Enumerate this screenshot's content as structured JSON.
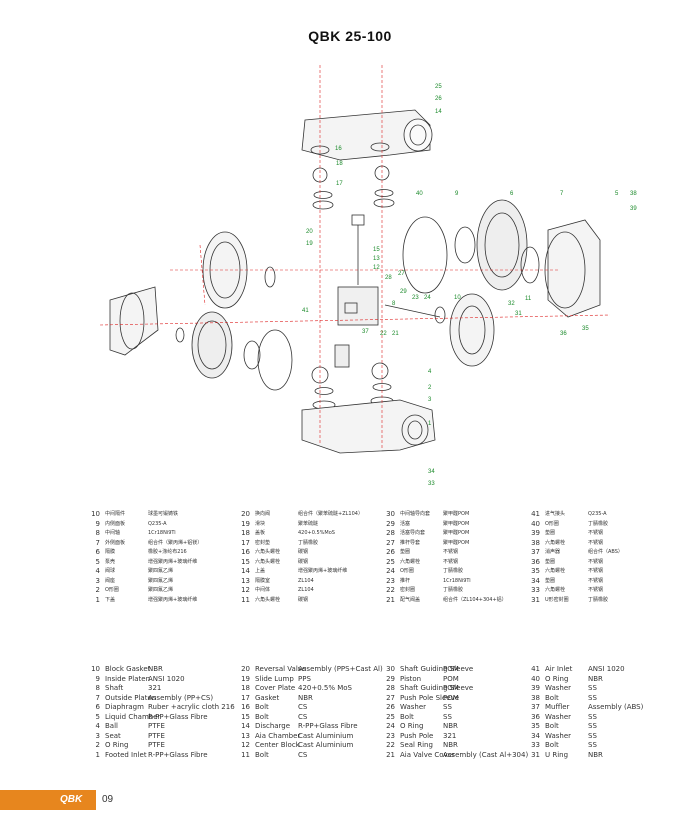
{
  "title": "QBK 25-100",
  "callouts": [
    "25",
    "26",
    "14",
    "16",
    "17",
    "18",
    "20",
    "19",
    "15",
    "13",
    "12",
    "11",
    "40",
    "9",
    "6",
    "7",
    "5",
    "39",
    "38",
    "28",
    "27",
    "29",
    "23",
    "24",
    "8",
    "10",
    "41",
    "22",
    "21",
    "37",
    "2",
    "3",
    "4",
    "1",
    "34",
    "33",
    "36",
    "35",
    "32",
    "31"
  ],
  "chinese_table": [
    [
      {
        "n": "10",
        "name": "中间隔件",
        "mat": "球墨可锻铸铁"
      },
      {
        "n": "9",
        "name": "内侧面板",
        "mat": "Q235-A"
      },
      {
        "n": "8",
        "name": "中间轴",
        "mat": "1Cr18Ni9Ti"
      },
      {
        "n": "7",
        "name": "外侧面板",
        "mat": "组合件（聚丙烯+铝镁）"
      },
      {
        "n": "6",
        "name": "隔膜",
        "mat": "橡胶+涤纶布216"
      },
      {
        "n": "5",
        "name": "泵壳",
        "mat": "增强聚丙烯+玻璃纤维"
      },
      {
        "n": "4",
        "name": "阀球",
        "mat": "聚四氟乙烯"
      },
      {
        "n": "3",
        "name": "阀座",
        "mat": "聚四氟乙烯"
      },
      {
        "n": "2",
        "name": "O形圈",
        "mat": "聚四氟乙烯"
      },
      {
        "n": "1",
        "name": "下盖",
        "mat": "增强聚丙烯+玻璃纤维"
      }
    ],
    [
      {
        "n": "20",
        "name": "换向阀",
        "mat": "组合件（聚苯硫醚+ZL104）"
      },
      {
        "n": "19",
        "name": "滑块",
        "mat": "聚苯硫醚"
      },
      {
        "n": "18",
        "name": "盖板",
        "mat": "420+0.5%MoS"
      },
      {
        "n": "17",
        "name": "密封垫",
        "mat": "丁腈橡胶"
      },
      {
        "n": "16",
        "name": "六角头螺栓",
        "mat": "碳钢"
      },
      {
        "n": "15",
        "name": "六角头螺栓",
        "mat": "碳钢"
      },
      {
        "n": "14",
        "name": "上盖",
        "mat": "增强聚丙烯+玻璃纤维"
      },
      {
        "n": "13",
        "name": "隔膜室",
        "mat": "ZL104"
      },
      {
        "n": "12",
        "name": "中间体",
        "mat": "ZL104"
      },
      {
        "n": "11",
        "name": "六角头螺栓",
        "mat": "碳钢"
      }
    ],
    [
      {
        "n": "30",
        "name": "中间轴导向套",
        "mat": "聚甲醛POM"
      },
      {
        "n": "29",
        "name": "活塞",
        "mat": "聚甲醛POM"
      },
      {
        "n": "28",
        "name": "活塞导向套",
        "mat": "聚甲醛POM"
      },
      {
        "n": "27",
        "name": "推杆导套",
        "mat": "聚甲醛POM"
      },
      {
        "n": "26",
        "name": "垫圈",
        "mat": "不锈钢"
      },
      {
        "n": "25",
        "name": "六角螺栓",
        "mat": "不锈钢"
      },
      {
        "n": "24",
        "name": "O形圈",
        "mat": "丁腈橡胶"
      },
      {
        "n": "23",
        "name": "推杆",
        "mat": "1Cr18Ni9Ti"
      },
      {
        "n": "22",
        "name": "密封圈",
        "mat": "丁腈橡胶"
      },
      {
        "n": "21",
        "name": "配气阀盖",
        "mat": "组合件（ZL104+304+铝）"
      }
    ],
    [
      {
        "n": "41",
        "name": "进气接头",
        "mat": "Q235-A"
      },
      {
        "n": "40",
        "name": "O形圈",
        "mat": "丁腈橡胶"
      },
      {
        "n": "39",
        "name": "垫圈",
        "mat": "不锈钢"
      },
      {
        "n": "38",
        "name": "六角螺栓",
        "mat": "不锈钢"
      },
      {
        "n": "37",
        "name": "消声器",
        "mat": "组合件（ABS）"
      },
      {
        "n": "36",
        "name": "垫圈",
        "mat": "不锈钢"
      },
      {
        "n": "35",
        "name": "六角螺栓",
        "mat": "不锈钢"
      },
      {
        "n": "34",
        "name": "垫圈",
        "mat": "不锈钢"
      },
      {
        "n": "33",
        "name": "六角螺栓",
        "mat": "不锈钢"
      },
      {
        "n": "31",
        "name": "U形密封圈",
        "mat": "丁腈橡胶"
      }
    ]
  ],
  "english_table": [
    [
      {
        "n": "10",
        "name": "Block Gasket",
        "mat": "NBR"
      },
      {
        "n": "9",
        "name": "Inside Platen",
        "mat": "ANSI 1020"
      },
      {
        "n": "8",
        "name": "Shaft",
        "mat": "321"
      },
      {
        "n": "7",
        "name": "Outside Platen",
        "mat": "Assembly (PP+CS)"
      },
      {
        "n": "6",
        "name": "Diaphragm",
        "mat": "Ruber +acrylic cloth 216"
      },
      {
        "n": "5",
        "name": "Liquid Chamber",
        "mat": "R-PP+Glass Fibre"
      },
      {
        "n": "4",
        "name": "Ball",
        "mat": "PTFE"
      },
      {
        "n": "3",
        "name": "Seat",
        "mat": "PTFE"
      },
      {
        "n": "2",
        "name": "O Ring",
        "mat": "PTFE"
      },
      {
        "n": "1",
        "name": "Footed Inlet",
        "mat": "R-PP+Glass Fibre"
      }
    ],
    [
      {
        "n": "20",
        "name": "Reversal Valve",
        "mat": "Assembly (PPS+Cast Al)"
      },
      {
        "n": "19",
        "name": "Slide Lump",
        "mat": "PPS"
      },
      {
        "n": "18",
        "name": "Cover Plate",
        "mat": "420+0.5% MoS"
      },
      {
        "n": "17",
        "name": "Gasket",
        "mat": "NBR"
      },
      {
        "n": "16",
        "name": "Bolt",
        "mat": "CS"
      },
      {
        "n": "15",
        "name": "Bolt",
        "mat": "CS"
      },
      {
        "n": "14",
        "name": "Discharge",
        "mat": "R-PP+Glass Fibre"
      },
      {
        "n": "13",
        "name": "Aia Chamber",
        "mat": "Cast Aluminium"
      },
      {
        "n": "12",
        "name": "Center Block",
        "mat": "Cast Aluminium"
      },
      {
        "n": "11",
        "name": "Bolt",
        "mat": "CS"
      }
    ],
    [
      {
        "n": "30",
        "name": "Shaft Guiding Sleeve",
        "mat": "POM"
      },
      {
        "n": "29",
        "name": "Piston",
        "mat": "POM"
      },
      {
        "n": "28",
        "name": "Shaft Guiding Sleeve",
        "mat": "POM"
      },
      {
        "n": "27",
        "name": "Push Pole Sleeve",
        "mat": "POM"
      },
      {
        "n": "26",
        "name": "Washer",
        "mat": "SS"
      },
      {
        "n": "25",
        "name": "Bolt",
        "mat": "SS"
      },
      {
        "n": "24",
        "name": "O Ring",
        "mat": "NBR"
      },
      {
        "n": "23",
        "name": "Push Pole",
        "mat": "321"
      },
      {
        "n": "22",
        "name": "Seal Ring",
        "mat": "NBR"
      },
      {
        "n": "21",
        "name": "Aia Valve Cover",
        "mat": "Assembly (Cast Al+304)"
      }
    ],
    [
      {
        "n": "41",
        "name": "Air Inlet",
        "mat": "ANSI 1020"
      },
      {
        "n": "40",
        "name": "O Ring",
        "mat": "NBR"
      },
      {
        "n": "39",
        "name": "Washer",
        "mat": "SS"
      },
      {
        "n": "38",
        "name": "Bolt",
        "mat": "SS"
      },
      {
        "n": "37",
        "name": "Muffler",
        "mat": "Assembly (ABS)"
      },
      {
        "n": "36",
        "name": "Washer",
        "mat": "SS"
      },
      {
        "n": "35",
        "name": "Bolt",
        "mat": "SS"
      },
      {
        "n": "34",
        "name": "Washer",
        "mat": "SS"
      },
      {
        "n": "33",
        "name": "Bolt",
        "mat": "SS"
      },
      {
        "n": "31",
        "name": "U Ring",
        "mat": "NBR"
      }
    ]
  ],
  "footer": {
    "brand": "QBK",
    "page": "09"
  },
  "colors": {
    "accent": "#e7861e",
    "callout": "#1b8a2a",
    "leader": "#d22"
  }
}
